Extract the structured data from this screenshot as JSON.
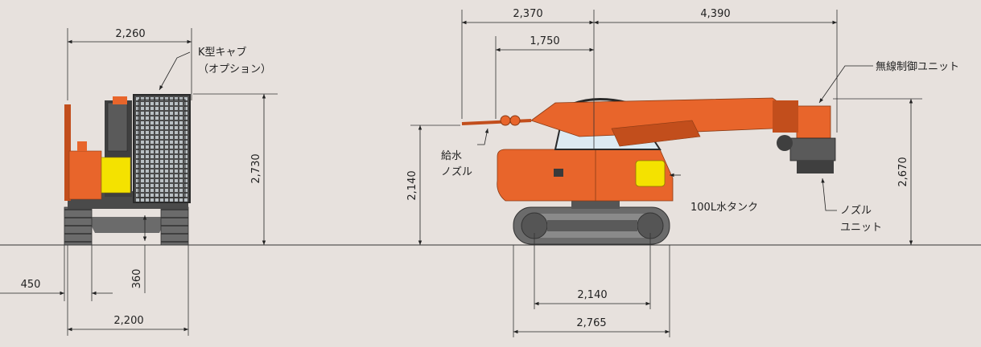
{
  "colors": {
    "background": "#e7e1dd",
    "machine_orange": "#e8652b",
    "machine_dark_orange": "#c24e1c",
    "track_gray": "#6b6b6b",
    "dark": "#3a3a3a",
    "tank_yellow": "#f4e200",
    "cab_glass": "#dceaf2",
    "line": "#222222"
  },
  "front_view": {
    "dims": {
      "cab_width": "2,260",
      "height": "2,730",
      "clearance": "360",
      "track_shoe": "450",
      "track_gauge": "2,200"
    },
    "cab_label_line1": "K型キャブ",
    "cab_label_line2": "（オプション）"
  },
  "side_view": {
    "dims": {
      "reach_back": "2,370",
      "nozzle_offset": "1,750",
      "reach_front": "4,390",
      "nozzle_height": "2,140",
      "unit_height": "2,670",
      "tumbler_distance": "2,140",
      "track_length": "2,765"
    },
    "water_nozzle_line1": "給水",
    "water_nozzle_line2": "ノズル",
    "tank_label": "100L水タンク",
    "radio_unit_label": "無線制御ユニット",
    "nozzle_unit_line1": "ノズル",
    "nozzle_unit_line2": "ユニット"
  }
}
